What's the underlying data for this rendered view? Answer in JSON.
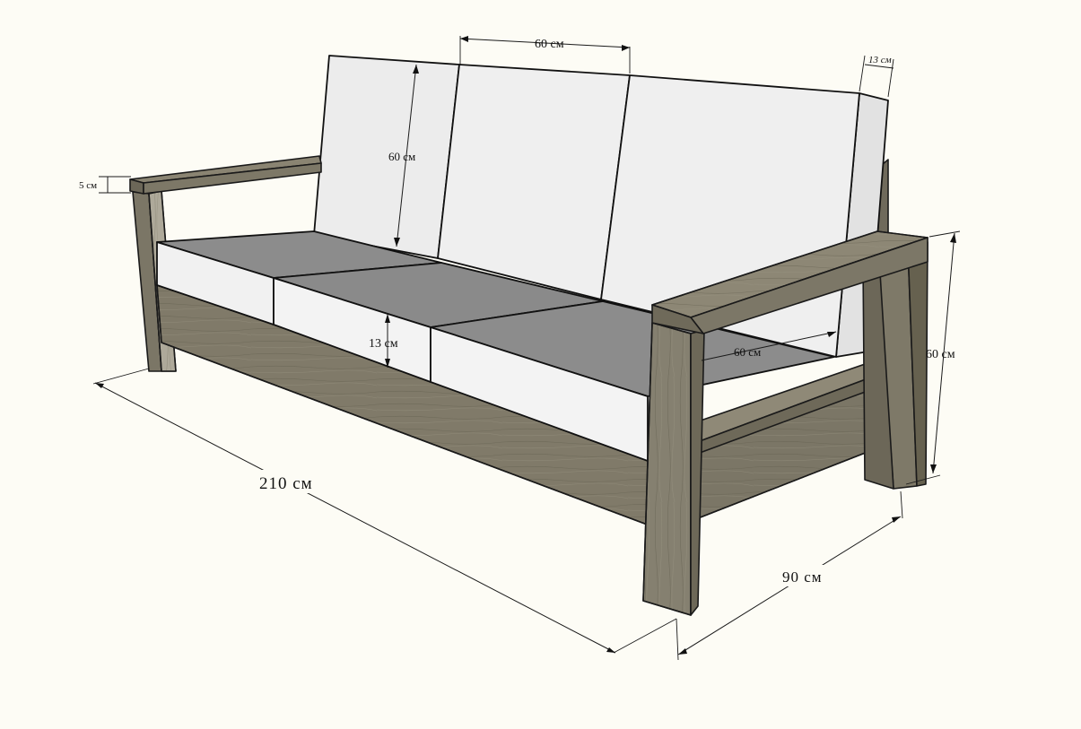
{
  "colors": {
    "background": "#fdfcf5",
    "cushion_front": "#f1f1f1",
    "cushion_top": "#8b8b8b",
    "wood_light": "#8c8674",
    "wood_mid": "#7a7565",
    "wood_dark": "#676253",
    "line": "#1a1a1a"
  },
  "dimensions": {
    "back_width": "60 см",
    "back_depth": "13 см",
    "back_height": "60 см",
    "armrest_thickness": "5 см",
    "seat_thickness": "13 см",
    "seat_depth": "60 см",
    "total_height": "60 см",
    "total_length": "210 см",
    "total_depth": "90 см"
  }
}
